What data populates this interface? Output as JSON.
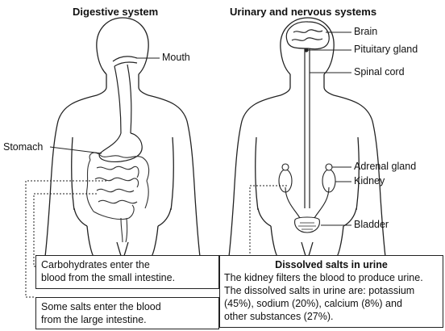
{
  "titles": {
    "left": "Digestive system",
    "right": "Urinary and nervous systems"
  },
  "labels": {
    "mouth": "Mouth",
    "stomach": "Stomach",
    "brain": "Brain",
    "pituitary": "Pituitary gland",
    "spinal": "Spinal cord",
    "adrenal": "Adrenal gland",
    "kidney": "Kidney",
    "bladder": "Bladder"
  },
  "boxes": {
    "carbs": {
      "line1": "Carbohydrates enter the",
      "line2": "blood from the small intestine."
    },
    "salts": {
      "line1": "Some salts enter the blood",
      "line2": "from the large intestine."
    },
    "urine": {
      "heading": "Dissolved salts in urine",
      "line1": "The kidney filters the blood to produce urine.",
      "line2": "The dissolved salts in urine are: potassium",
      "line3": "(45%), sodium (20%), calcium (8%) and",
      "line4": "other substances (27%)."
    }
  }
}
